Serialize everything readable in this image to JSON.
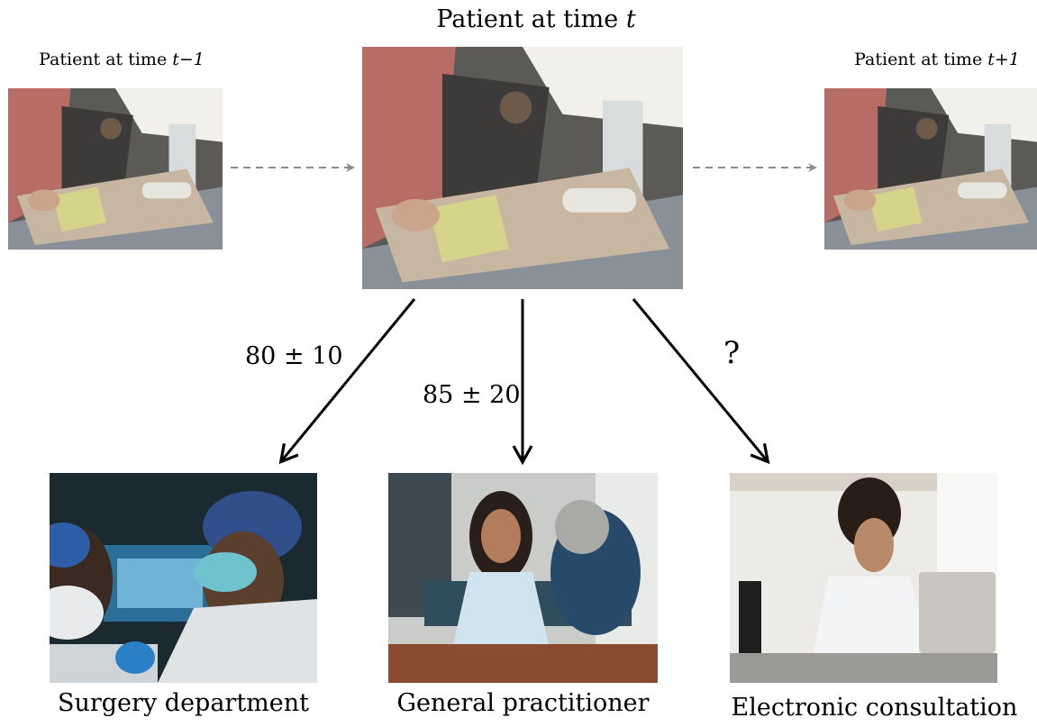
{
  "top": {
    "center_label": "Patient at time ",
    "center_var": "t",
    "left_label": "Patient at time ",
    "left_var": "t−1",
    "right_label": "Patient at time ",
    "right_var": "t+1"
  },
  "edges": {
    "left_value": "80 ± 10",
    "middle_value": "85 ± 20",
    "right_value": "?"
  },
  "bottom": {
    "left_label": "Surgery department",
    "middle_label": "General practitioner",
    "right_label": "Electronic consultation"
  },
  "colors": {
    "dashed_arrow": "#8c8c8c",
    "solid_arrow": "#000000",
    "wall_pink": "#b86c66",
    "window_light": "#f2f0ea",
    "blanket": "#c7b6a1"
  }
}
